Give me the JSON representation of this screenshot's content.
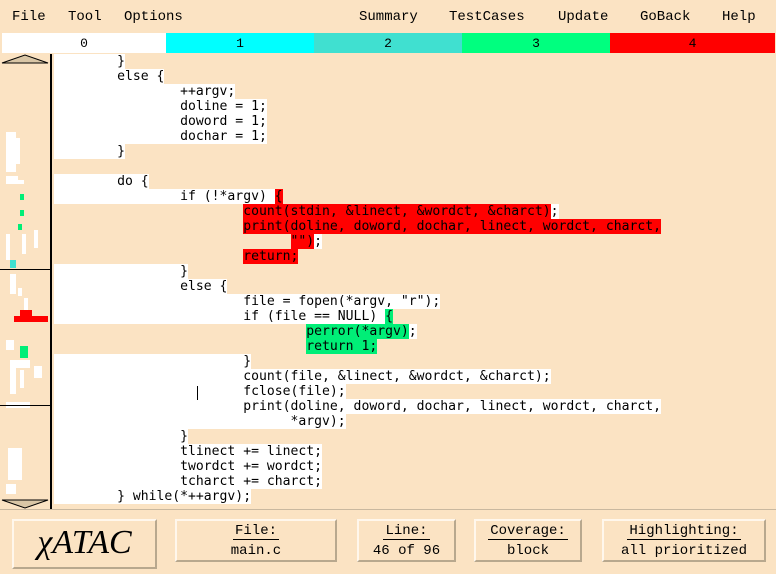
{
  "menu": {
    "file": "File",
    "tool": "Tool",
    "options": "Options",
    "summary": "Summary",
    "testcases": "TestCases",
    "update": "Update",
    "goback": "GoBack",
    "help": "Help"
  },
  "priorities": [
    {
      "label": "0",
      "color": "#ffffff"
    },
    {
      "label": "1",
      "color": "#00ffff"
    },
    {
      "label": "2",
      "color": "#40e0d0"
    },
    {
      "label": "3",
      "color": "#00ff7f"
    },
    {
      "label": "4",
      "color": "#ff0000"
    }
  ],
  "code": {
    "l1": "        }",
    "l2": "        else {",
    "l3": "                ++argv;",
    "l4": "                doline = 1;",
    "l5": "                doword = 1;",
    "l6": "                dochar = 1;",
    "l7": "        }",
    "l8": "",
    "l9": "        do {",
    "l10a": "                if (!*argv) ",
    "l10b": "{",
    "l11a": "                        ",
    "l11b": "count(stdin, &linect, &wordct, &charct)",
    "l11c": ";",
    "l12a": "                        ",
    "l12b": "print(doline, doword, dochar, linect, wordct, charct,",
    "l13a": "                              ",
    "l13b": "\"\")",
    "l13c": ";",
    "l14a": "                        ",
    "l14b": "return;",
    "l15": "                }",
    "l16": "                else {",
    "l17": "                        file = fopen(*argv, \"r\");",
    "l18a": "                        if (file == NULL) ",
    "l18b": "{",
    "l19a": "                                ",
    "l19b": "perror(*argv)",
    "l19c": ";",
    "l20a": "                                ",
    "l20b": "return 1;",
    "l21": "                        }",
    "l22": "                        count(file, &linect, &wordct, &charct);",
    "l23": "                        fclose(file);",
    "l24": "                        print(doline, doword, dochar, linect, wordct, charct,",
    "l25": "                              *argv);",
    "l26": "                }",
    "l27": "                tlinect += linect;",
    "l28": "                twordct += wordct;",
    "l29": "                tcharct += charct;",
    "l30": "        } while(*++argv);"
  },
  "status": {
    "logo": "χATAC",
    "file_label": "File:",
    "file_value": "main.c",
    "line_label": "Line:",
    "line_value": "46 of 96",
    "coverage_label": "Coverage:",
    "coverage_value": "block",
    "highlight_label": "Highlighting:",
    "highlight_value": "all prioritized"
  }
}
